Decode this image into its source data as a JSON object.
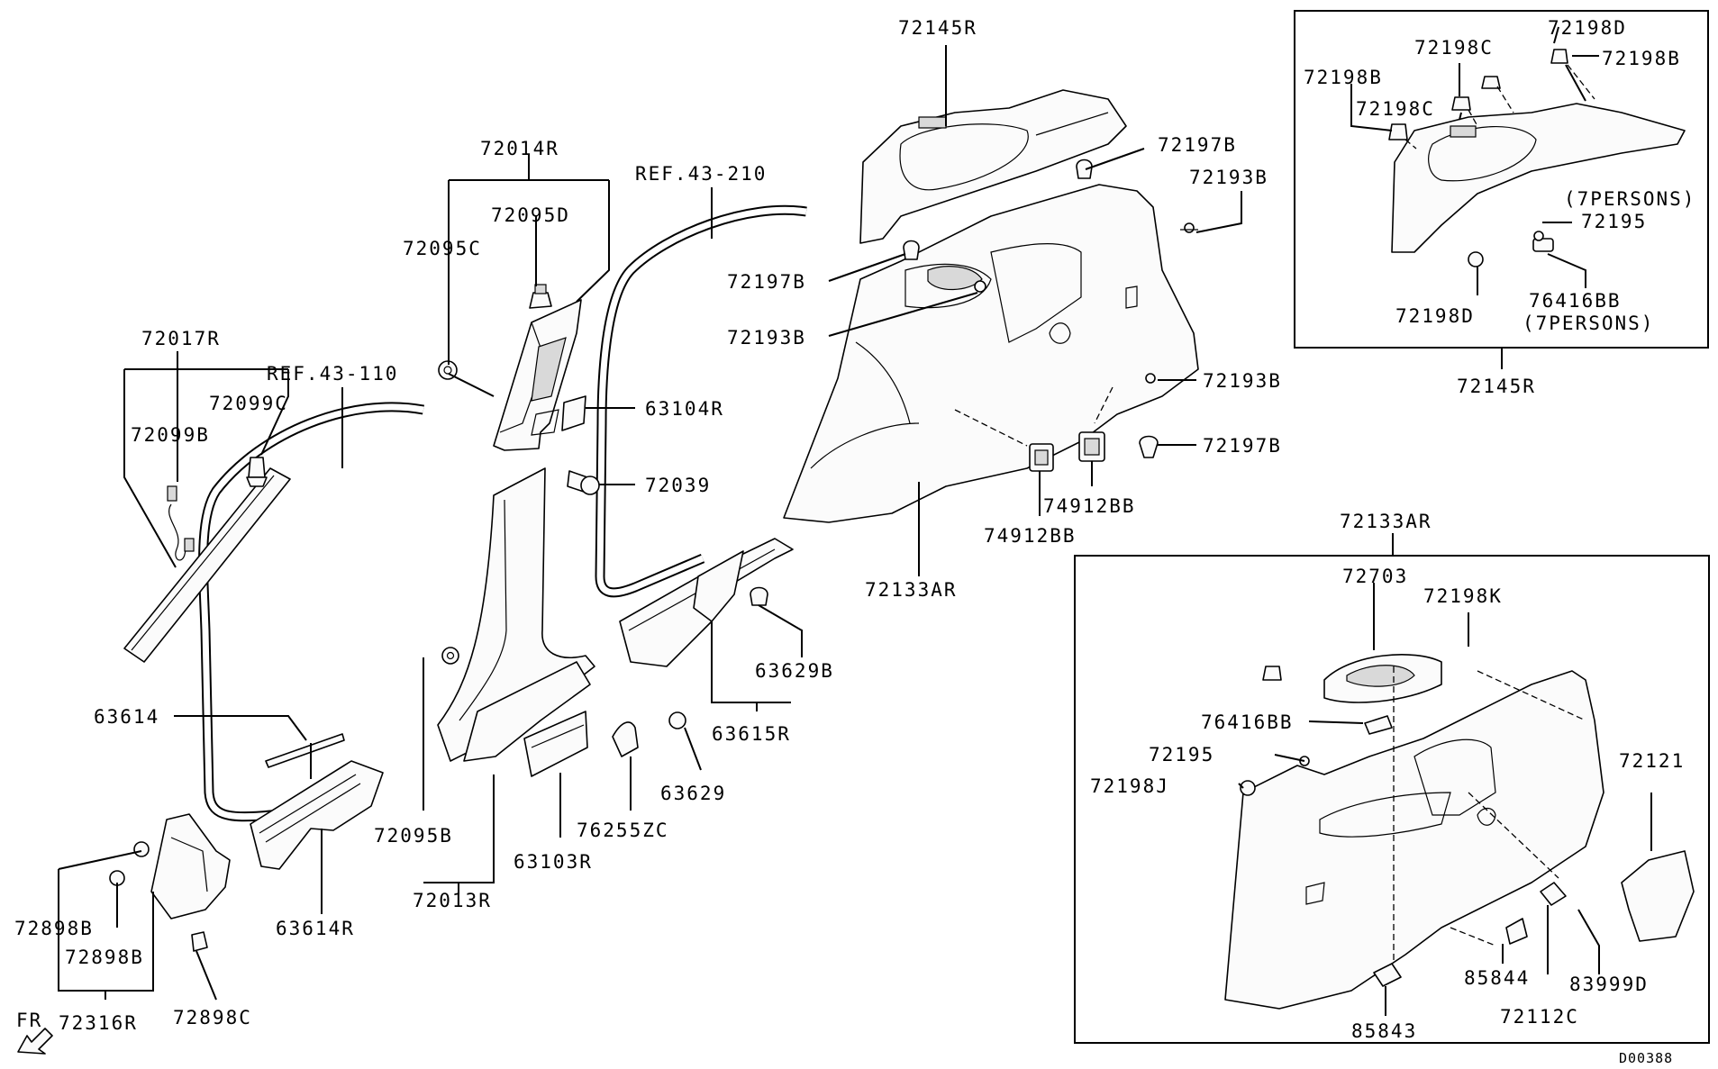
{
  "labels": {
    "l_72145R_top": "72145R",
    "l_72014R": "72014R",
    "l_ref43210": "REF.43-210",
    "l_72095D": "72095D",
    "l_72095C": "72095C",
    "l_72017R": "72017R",
    "l_ref43110": "REF.43-110",
    "l_72099B": "72099B",
    "l_72099C": "72099C",
    "l_72197B_a": "72197B",
    "l_72193B_a": "72193B",
    "l_72197B_b": "72197B",
    "l_72193B_b": "72193B",
    "l_72193B_c": "72193B",
    "l_72197B_c": "72197B",
    "l_63104R": "63104R",
    "l_72039": "72039",
    "l_74912BB_a": "74912BB",
    "l_74912BB_b": "74912BB",
    "l_72133AR_main": "72133AR",
    "l_63629B": "63629B",
    "l_63615R": "63615R",
    "l_63614": "63614",
    "l_63629": "63629",
    "l_72095B": "72095B",
    "l_63103R": "63103R",
    "l_76255ZC": "76255ZC",
    "l_72013R": "72013R",
    "l_63614R": "63614R",
    "l_72898B_a": "72898B",
    "l_72898B_b": "72898B",
    "l_72898C": "72898C",
    "l_72316R": "72316R",
    "l_FR": "FR",
    "l_72198D_a": "72198D",
    "l_72198C_a": "72198C",
    "l_72198B_b": "72198B",
    "l_72198B_a": "72198B",
    "l_72198C_b": "72198C",
    "l_7persons_a": "(7PERSONS)",
    "l_72195_a": "72195",
    "l_72198D_b": "72198D",
    "l_76416BB_a": "76416BB",
    "l_7persons_b": "(7PERSONS)",
    "l_72145R_box": "72145R",
    "l_72133AR_box": "72133AR",
    "l_72703": "72703",
    "l_72198K": "72198K",
    "l_76416BB_b": "76416BB",
    "l_72195_b": "72195",
    "l_72198J": "72198J",
    "l_72121": "72121",
    "l_85844": "85844",
    "l_83999D": "83999D",
    "l_85843": "85843",
    "l_72112C": "72112C",
    "l_D00388": "D00388"
  },
  "colors": {
    "line": "#000000",
    "background": "#ffffff",
    "part_fill": "#fbfbfb",
    "shade": "#d9d9d9"
  }
}
